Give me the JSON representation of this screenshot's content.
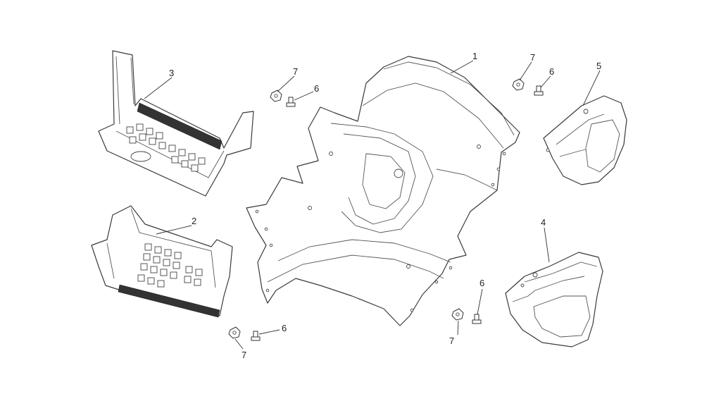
{
  "callouts": {
    "part_1": "1",
    "part_2": "2",
    "part_3": "3",
    "part_4": "4",
    "part_5": "5",
    "nut_a": "7",
    "nut_b": "7",
    "nut_c": "7",
    "nut_d": "7",
    "bolt_a": "6",
    "bolt_b": "6",
    "bolt_c": "6",
    "bolt_d": "6"
  }
}
